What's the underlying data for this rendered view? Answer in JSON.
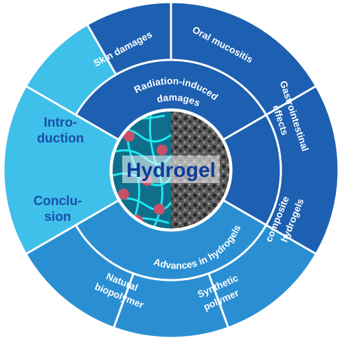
{
  "center": {
    "label": "Hydrogel"
  },
  "colors": {
    "dark_blue": "#1d5fb0",
    "mid_blue": "#2a8fd2",
    "light_blue": "#3fc0ea",
    "border": "#ffffff",
    "center_text": "#0d3c9a",
    "intro_text": "#1a4fa8",
    "network_bg": "#0f6f8a",
    "network_line": "#22e6f0",
    "bead": "#c8506a",
    "sem_bg": "#5a5a5a"
  },
  "left": {
    "introduction": {
      "line1": "Intro-",
      "line2": "duction"
    },
    "conclusion": {
      "line1": "Conclu-",
      "line2": "sion"
    }
  },
  "radiation": {
    "inner_line1": "Radiation-induced",
    "inner_line2": "damages",
    "skin": {
      "line1": "Skin damages"
    },
    "oral": {
      "line1": "Oral mucositis"
    },
    "gastro": {
      "line1": "Gastrointestinal",
      "line2": "effects"
    }
  },
  "advances": {
    "inner_line1": "Advances in hydrogels",
    "composite": {
      "line1": "composite",
      "line2": "hydrogels"
    },
    "synthetic": {
      "line1": "Synthetic",
      "line2": "polymer"
    },
    "natural": {
      "line1": "Natural",
      "line2": "biopolymer"
    }
  }
}
